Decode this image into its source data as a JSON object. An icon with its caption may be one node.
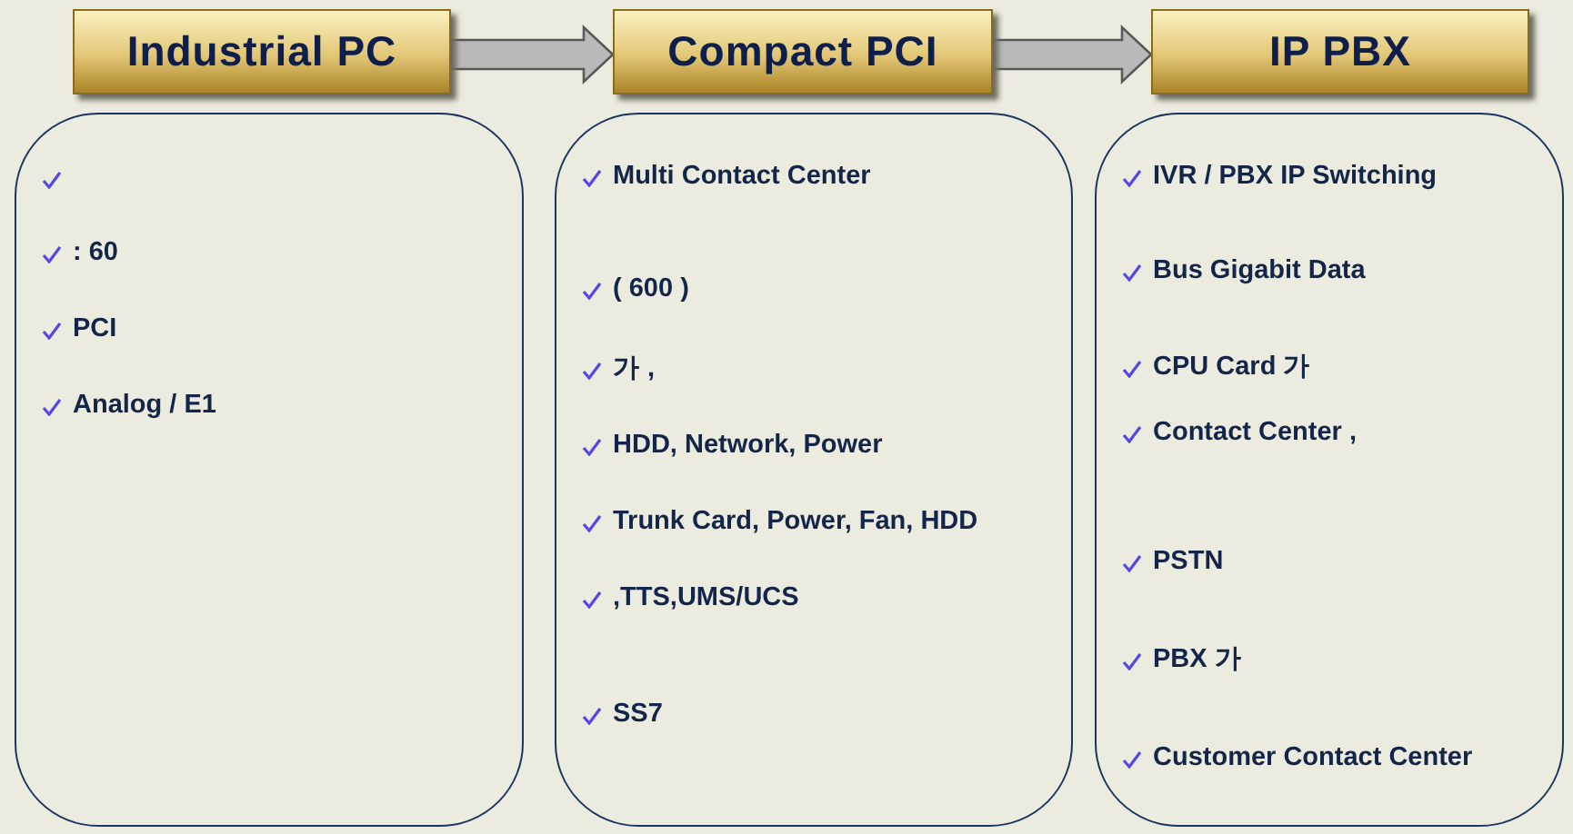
{
  "diagram": {
    "nodes": [
      {
        "text": [
          "Industrial PC"
        ]
      },
      {
        "text": [
          "Compact PCI"
        ]
      },
      {
        "text": [
          "IP PBX"
        ]
      },
      {
        "text": [
          ": 60",
          "PCI",
          "Analog / E1"
        ]
      },
      {
        "text": [
          "Multi Contact Center",
          "( 600 )",
          "가 ,",
          "HDD, Network, Power",
          "Trunk Card, Power, Fan, HDD",
          ",TTS,UMS/UCS",
          "SS7"
        ]
      },
      {
        "text": [
          "IVR / PBX IP Switching",
          "Bus Gigabit Data",
          "CPU Card 가",
          "Contact Center ,",
          "PSTN",
          "PBX 가",
          "Customer Contact Center"
        ]
      }
    ],
    "edges": [
      {
        "from": 0,
        "to": 1,
        "arrow": "to"
      },
      {
        "from": 1,
        "to": 2,
        "arrow": "to"
      }
    ]
  }
}
